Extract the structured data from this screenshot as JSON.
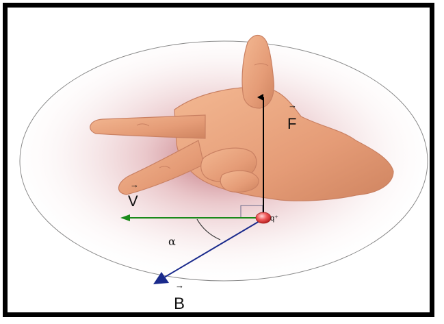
{
  "labels": {
    "force": "F",
    "velocity": "V",
    "field": "B",
    "angle": "α",
    "charge": "q⁺",
    "vector_arrow": "→"
  },
  "colors": {
    "force_vector": "#000000",
    "velocity_vector": "#1a8a1a",
    "field_vector": "#1a2a8c",
    "charge": "#e84a4a",
    "hand_skin": "#e9a27c",
    "glow": "#c97a82"
  },
  "icons": {
    "hand": "left-hand-rule-hand-icon",
    "charge": "positive-charge-icon"
  }
}
